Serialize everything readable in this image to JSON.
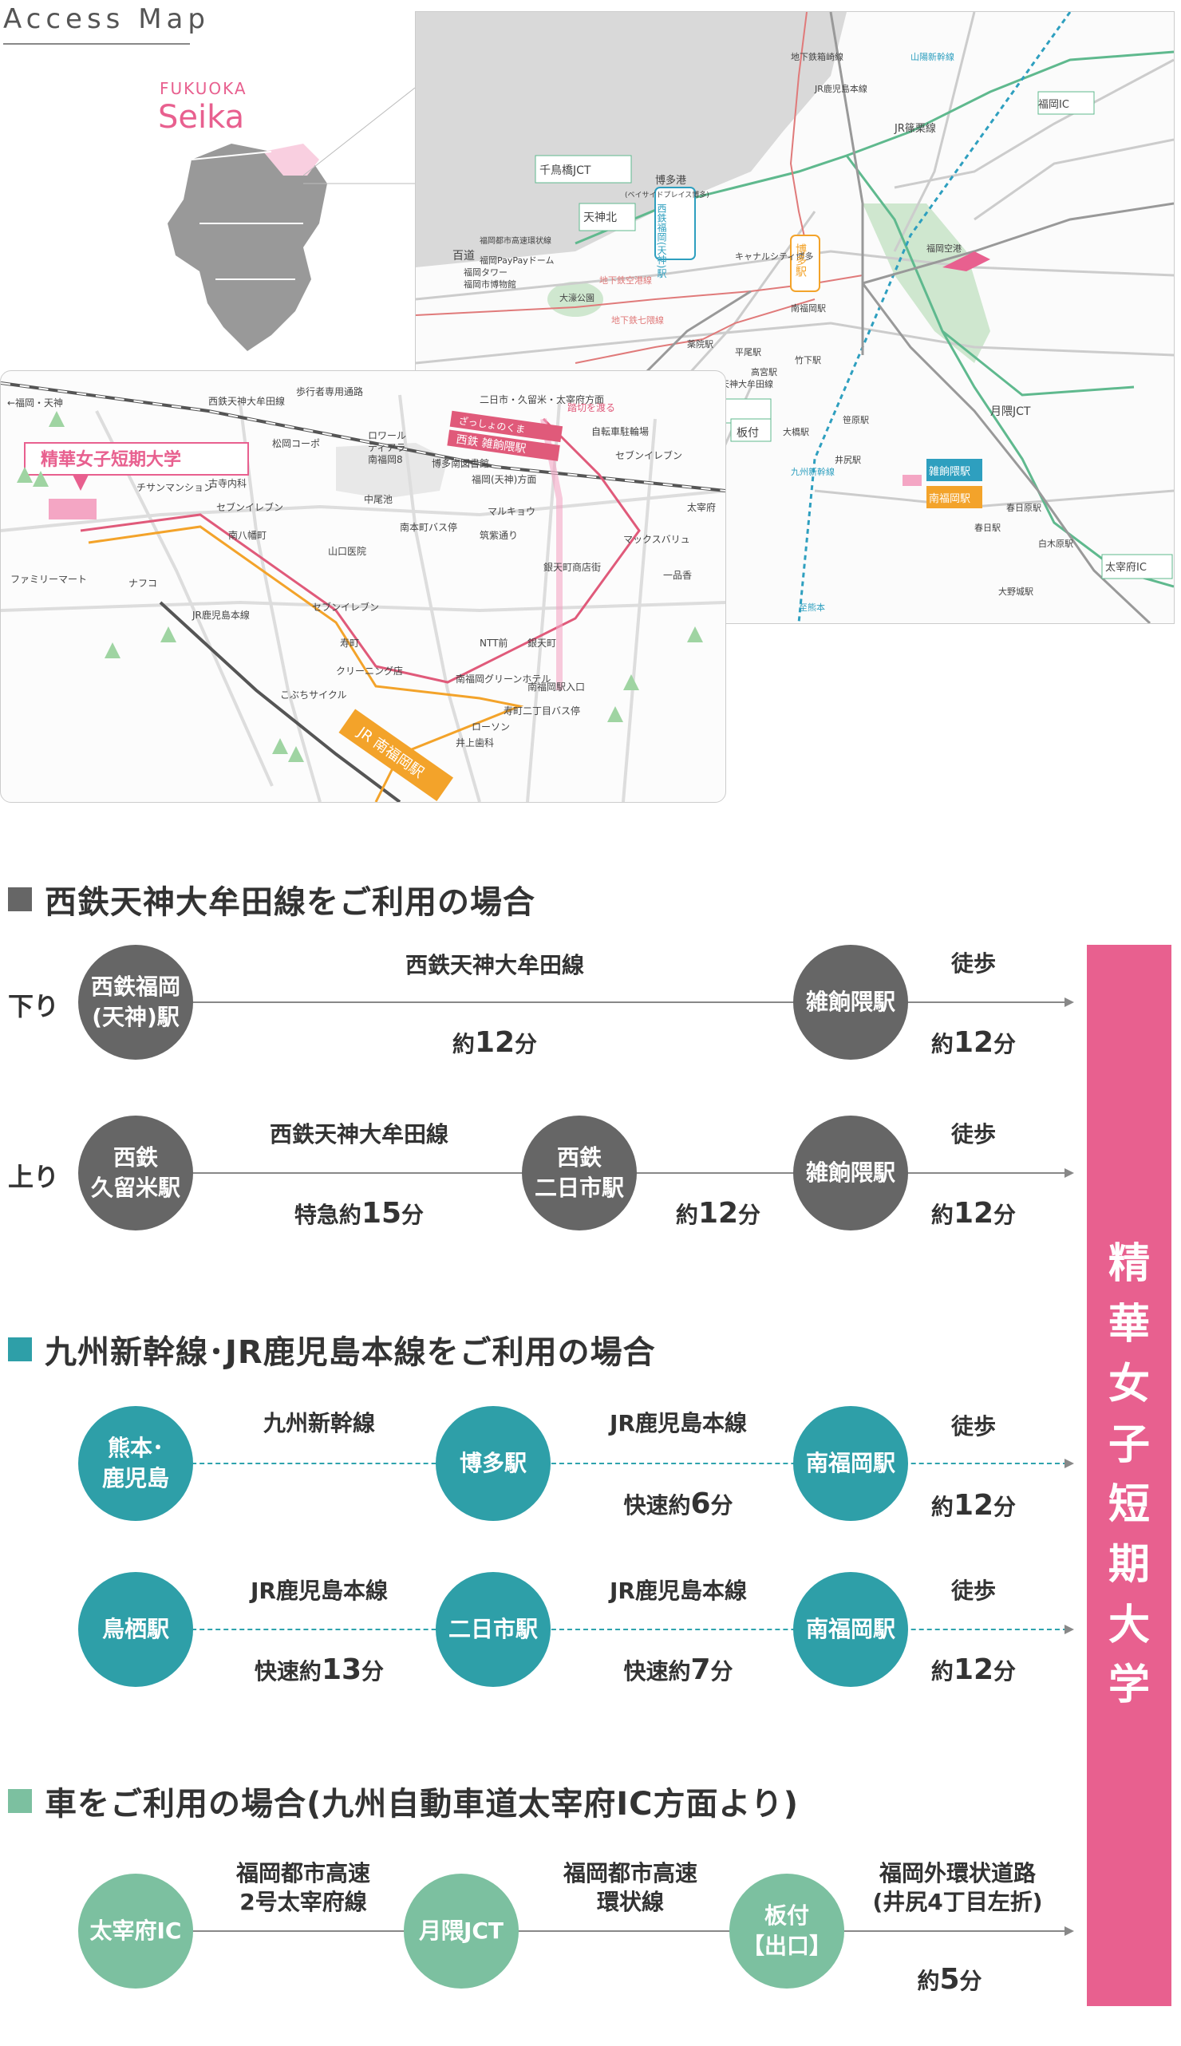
{
  "header": {
    "title": "Access Map"
  },
  "inset_map": {
    "brand_top": "FUKUOKA",
    "brand_main": "Seika"
  },
  "wide_map": {
    "labels": {
      "fukuoka_ic": "福岡IC",
      "jr_kagoshima_main": "JR鹿児島本線",
      "subway_hakozaki": "地下鉄箱崎線",
      "sanyo_shinkansen": "山陽新幹線",
      "jr_sasaguri": "JR篠栗線",
      "hakata_port": "博多港",
      "bayside": "(ベイサイドプレイス博多)",
      "chidoribashi_jct": "千鳥橋JCT",
      "tenjin_kita": "天神北",
      "expressway_loop": "福岡都市高速環状線",
      "momochi": "百道",
      "paypay_dome": "福岡PayPayドーム",
      "fukuoka_tower": "福岡タワー",
      "city_museum": "福岡市博物館",
      "subway_airport": "地下鉄空港線",
      "ohori_park": "大濠公園",
      "subway_nanakuma": "地下鉄七隈線",
      "nishitetsu_fukuoka_tenjin": "西鉄福岡(天神)駅",
      "hakata_station": "博多駅",
      "canal_city": "キャナルシティ博多",
      "fukuoka_airport": "福岡空港",
      "yakuin": "薬院駅",
      "hirao": "平尾駅",
      "takamiya": "高宮駅",
      "takeshita": "竹下駅",
      "minami_fukuoka": "南福岡駅",
      "ohashi": "大橋駅",
      "kasahara": "笹原駅",
      "iojiri": "井尻駅",
      "kyushu_shinkansen": "九州新幹線",
      "nishitetsu_line": "西鉄天神大牟田線",
      "tsukiguma_jct": "月隈JCT",
      "itazuke": "板付",
      "zasshonokuma": "雑餉隈駅",
      "kasugabaru": "春日原駅",
      "kasuga": "春日駅",
      "shiraki": "白木原駅",
      "dazaifu_ic": "太宰府IC",
      "onojo": "大野城駅",
      "hakata_minami": "至熊本"
    }
  },
  "local_map": {
    "college": "精華女子短期大学",
    "labels": {
      "to_fukuoka_tenjin": "←福岡・天神",
      "nishitetsu_line": "西鉄天神大牟田線",
      "hodo": "歩行者専用通路",
      "to_futsukaichi": "二日市・久留米・太宰府方面",
      "crossing": "踏切を渡る",
      "zasshonokuma_hiragana": "ざっしょのくま",
      "zasshonokuma_station": "西鉄 雑餉隈駅",
      "bike_parking": "自転車駐輪場",
      "seven_east": "セブンイレブン",
      "matsuoka_corpo": "松岡コーポ",
      "lowar": "ロワール",
      "tiara": "ティアラ",
      "minami_fukuoka_8": "南福岡8",
      "hakata_minami_library": "博多南図書館",
      "tenjin_direction": "福岡(天神)方面",
      "chisan": "チサンマンション",
      "furuichi": "古寺内科",
      "seven_west": "セブンイレブン",
      "minami_hachiman": "南八幡町",
      "nakaoike": "中尾池",
      "minami_honmachi": "南本町バス停",
      "chikushi_dori": "筑紫通り",
      "marukyo": "マルキョウ",
      "max_valu": "マックスバリュ",
      "ginten_shotengai": "銀天町商店街",
      "yamaguchi": "山口医院",
      "ichi_fuka": "一品香",
      "family_mart": "ファミリーマート",
      "naphco": "ナフコ",
      "seven_3": "セブンイレブン",
      "kotobuki": "寿町",
      "ntt_mae": "NTT前",
      "ginten": "銀天町",
      "jr_kagoshima": "JR鹿児島本線",
      "cleaning": "クリーニング店",
      "minami_fukuoka_green": "南福岡グリーンホテル",
      "minami_fukuoka_eki_iriguchi": "南福岡駅入口",
      "kotobuki_2": "寿町二丁目バス停",
      "kobuchi": "こぶちサイクル",
      "lawson": "ローソン",
      "inoue": "井上歯科",
      "jr_minami_fukuoka": "JR 南福岡駅",
      "daisaifu_dir": "太宰府"
    }
  },
  "routes": {
    "nishitetsu": {
      "heading": "西鉄天神大牟田線をご利用の場合",
      "rows": [
        {
          "direction": "下り",
          "stations": [
            "西鉄福岡\n(天神)駅",
            "雑餉隈駅"
          ],
          "segments": [
            {
              "top": "西鉄天神大牟田線",
              "bottom_prefix": "約",
              "bottom_num": "12",
              "bottom_unit": "分"
            },
            {
              "top": "徒歩",
              "bottom_prefix": "約",
              "bottom_num": "12",
              "bottom_unit": "分"
            }
          ]
        },
        {
          "direction": "上り",
          "stations": [
            "西鉄\n久留米駅",
            "西鉄\n二日市駅",
            "雑餉隈駅"
          ],
          "segments": [
            {
              "top": "西鉄天神大牟田線",
              "bottom_prefix": "特急約",
              "bottom_num": "15",
              "bottom_unit": "分"
            },
            {
              "top": "",
              "bottom_prefix": "約",
              "bottom_num": "12",
              "bottom_unit": "分"
            },
            {
              "top": "徒歩",
              "bottom_prefix": "約",
              "bottom_num": "12",
              "bottom_unit": "分"
            }
          ]
        }
      ]
    },
    "jr": {
      "heading": "九州新幹線･JR鹿児島本線をご利用の場合",
      "rows": [
        {
          "stations": [
            "熊本･\n鹿児島",
            "博多駅",
            "南福岡駅"
          ],
          "segments": [
            {
              "top": "九州新幹線",
              "bottom_prefix": "",
              "bottom_num": "",
              "bottom_unit": ""
            },
            {
              "top": "JR鹿児島本線",
              "bottom_prefix": "快速約",
              "bottom_num": "6",
              "bottom_unit": "分"
            },
            {
              "top": "徒歩",
              "bottom_prefix": "約",
              "bottom_num": "12",
              "bottom_unit": "分"
            }
          ]
        },
        {
          "stations": [
            "鳥栖駅",
            "二日市駅",
            "南福岡駅"
          ],
          "segments": [
            {
              "top": "JR鹿児島本線",
              "bottom_prefix": "快速約",
              "bottom_num": "13",
              "bottom_unit": "分"
            },
            {
              "top": "JR鹿児島本線",
              "bottom_prefix": "快速約",
              "bottom_num": "7",
              "bottom_unit": "分"
            },
            {
              "top": "徒歩",
              "bottom_prefix": "約",
              "bottom_num": "12",
              "bottom_unit": "分"
            }
          ]
        }
      ]
    },
    "car": {
      "heading": "車をご利用の場合(九州自動車道太宰府IC方面より)",
      "stations": [
        "太宰府IC",
        "月隈JCT",
        "板付\n【出口】"
      ],
      "segments": [
        {
          "top": "福岡都市高速\n2号太宰府線"
        },
        {
          "top": "福岡都市高速\n環状線"
        },
        {
          "top": "福岡外環状道路\n(井尻4丁目左折)",
          "bottom_prefix": "約",
          "bottom_num": "5",
          "bottom_unit": "分"
        }
      ]
    },
    "destination": "精華女子短期大学",
    "colors": {
      "nishitetsu": "#666666",
      "jr": "#2e9fa8",
      "car": "#7cc0a0",
      "destination": "#e8608f"
    }
  }
}
